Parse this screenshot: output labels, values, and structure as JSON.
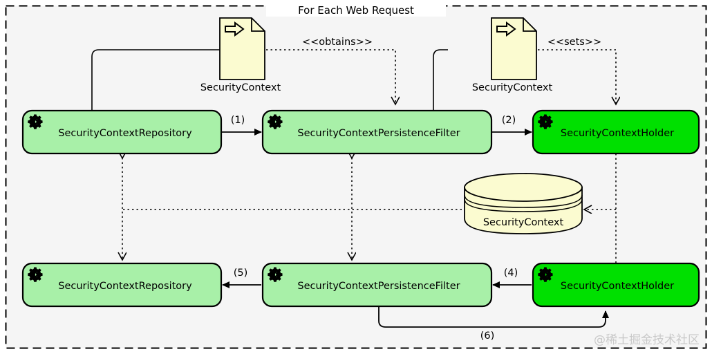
{
  "diagram": {
    "frame_title": "For Each Web Request",
    "background": "#ffffff",
    "frame_fill": "#f5f5f5",
    "frame_stroke": "#000000",
    "watermark": "@稀土掘金技术社区",
    "colors": {
      "component_light_green": "#a8f0a8",
      "component_bright_green": "#00e000",
      "artifact_yellow": "#fbfbd0",
      "database_yellow": "#fbfbd0",
      "stroke": "#000000",
      "watermark_gray": "#c9c9c9"
    }
  },
  "nodes": {
    "top_row": [
      {
        "id": "top-repository",
        "label": "SecurityContextRepository",
        "icon": "component-gear-icon",
        "fill": "#a8f0a8"
      },
      {
        "id": "top-persistence-filter",
        "label": "SecurityContextPersistenceFilter",
        "icon": "component-gear-icon",
        "fill": "#a8f0a8"
      },
      {
        "id": "top-holder",
        "label": "SecurityContextHolder",
        "icon": "component-gear-icon",
        "fill": "#00e000"
      }
    ],
    "bottom_row": [
      {
        "id": "bottom-repository",
        "label": "SecurityContextRepository",
        "icon": "component-gear-icon",
        "fill": "#a8f0a8"
      },
      {
        "id": "bottom-persistence-filter",
        "label": "SecurityContextPersistenceFilter",
        "icon": "component-gear-icon",
        "fill": "#a8f0a8"
      },
      {
        "id": "bottom-holder",
        "label": "SecurityContextHolder",
        "icon": "component-gear-icon",
        "fill": "#00e000"
      }
    ],
    "artifacts": [
      {
        "id": "artifact-left",
        "label": "SecurityContext",
        "icon": "artifact-arrow-icon"
      },
      {
        "id": "artifact-right",
        "label": "SecurityContext",
        "icon": "artifact-arrow-icon"
      }
    ],
    "database": {
      "id": "database-securitycontext",
      "label": "SecurityContext",
      "icon": "database-cylinder-icon"
    }
  },
  "edges": {
    "numbered": [
      {
        "id": "edge-1",
        "label": "(1)"
      },
      {
        "id": "edge-2",
        "label": "(2)"
      },
      {
        "id": "edge-4",
        "label": "(4)"
      },
      {
        "id": "edge-5",
        "label": "(5)"
      },
      {
        "id": "edge-6",
        "label": "(6)"
      }
    ],
    "stereotypes": [
      {
        "id": "stereotype-obtains",
        "label": "<<obtains>>"
      },
      {
        "id": "stereotype-sets",
        "label": "<<sets>>"
      }
    ]
  }
}
